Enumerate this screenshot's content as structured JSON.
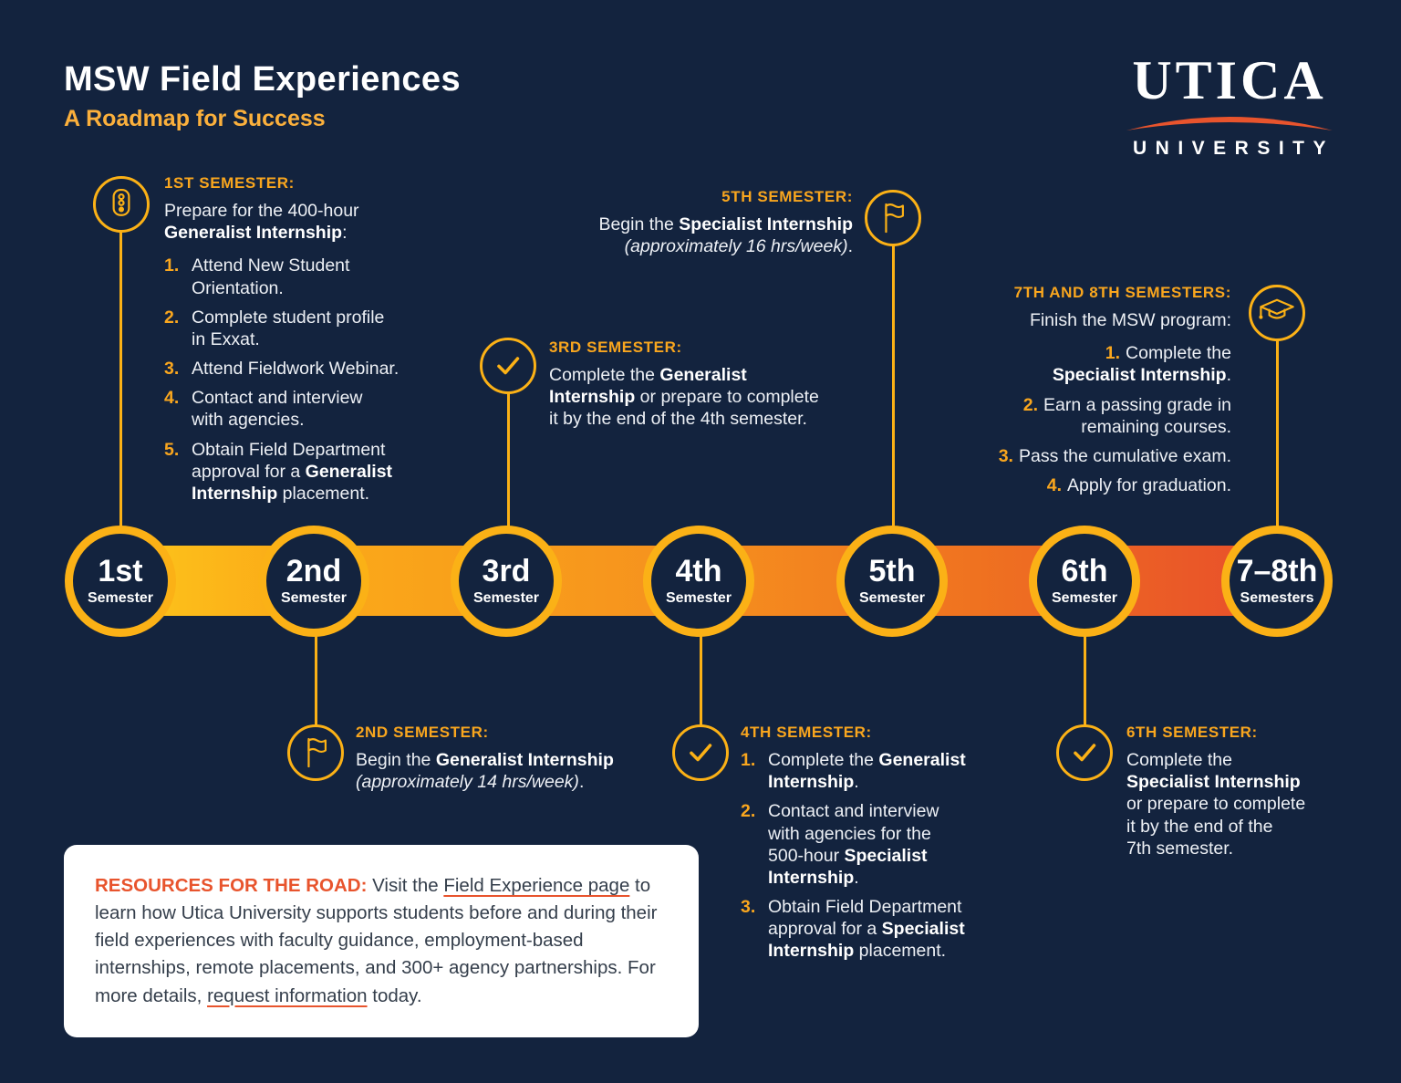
{
  "colors": {
    "navy": "#13233E",
    "gold": "#FBB116",
    "gold-text": "#F9A61E",
    "gold-sub": "#FBB03C",
    "orange": "#E8542D",
    "bar-start": "#FDC61B",
    "bar-mid": "#F6921E",
    "bar-end": "#E84E2B",
    "body-text": "#EDF0F5",
    "res-text": "#343E4B"
  },
  "header": {
    "title": "MSW Field Experiences",
    "subtitle": "A Roadmap for Success"
  },
  "logo": {
    "wordmark": "UTICA",
    "subtext": "UNIVERSITY"
  },
  "timeline": {
    "nodes": [
      {
        "label": "1st",
        "sub": "Semester"
      },
      {
        "label": "2nd",
        "sub": "Semester"
      },
      {
        "label": "3rd",
        "sub": "Semester"
      },
      {
        "label": "4th",
        "sub": "Semester"
      },
      {
        "label": "5th",
        "sub": "Semester"
      },
      {
        "label": "6th",
        "sub": "Semester"
      },
      {
        "label": "7–8th",
        "sub": "Semesters"
      }
    ]
  },
  "callouts": {
    "s1": {
      "icon": "traffic-light-icon",
      "heading": "1ST SEMESTER:",
      "intro_html": "Prepare for the 400-hour<br><b>Generalist Internship</b>:",
      "items": [
        {
          "num": "1.",
          "html": "Attend New Student<br>Orientation."
        },
        {
          "num": "2.",
          "html": "Complete student profile<br>in Exxat."
        },
        {
          "num": "3.",
          "html": "Attend Fieldwork Webinar."
        },
        {
          "num": "4.",
          "html": "Contact and interview<br>with agencies."
        },
        {
          "num": "5.",
          "html": "Obtain Field Department<br>approval for a <b>Generalist</b><br><b>Internship</b> placement."
        }
      ]
    },
    "s2": {
      "icon": "flag-icon",
      "heading": "2ND SEMESTER:",
      "body_html": "Begin the <b>Generalist Internship</b><br><i>(approximately 14 hrs/week)</i>."
    },
    "s3": {
      "icon": "check-icon",
      "heading": "3RD SEMESTER:",
      "body_html": "Complete the <b>Generalist</b><br><b>Internship</b> or prepare to complete<br>it by the end of the 4th semester."
    },
    "s4": {
      "icon": "check-icon",
      "heading": "4TH SEMESTER:",
      "items": [
        {
          "num": "1.",
          "html": "Complete the <b>Generalist</b><br><b>Internship</b>."
        },
        {
          "num": "2.",
          "html": "Contact and interview<br>with agencies for the<br>500-hour <b>Specialist</b><br><b>Internship</b>."
        },
        {
          "num": "3.",
          "html": "Obtain Field Department<br>approval for a <b>Specialist</b><br><b>Internship</b> placement."
        }
      ]
    },
    "s5": {
      "icon": "flag-icon",
      "heading": "5TH SEMESTER:",
      "body_html": "Begin the <b>Specialist Internship</b><br><i>(approximately 16 hrs/week)</i>."
    },
    "s6": {
      "icon": "check-icon",
      "heading": "6TH SEMESTER:",
      "body_html": "Complete the<br><b>Specialist Internship</b><br>or prepare to complete<br>it by the end of the<br>7th semester."
    },
    "s7": {
      "icon": "graduation-cap-icon",
      "heading": "7TH AND 8TH SEMESTERS:",
      "intro_html": "Finish the MSW program:",
      "items": [
        {
          "num": "1.",
          "html": "Complete the<br><b>Specialist Internship</b>."
        },
        {
          "num": "2.",
          "html": "Earn a passing grade in<br>remaining courses."
        },
        {
          "num": "3.",
          "html": "Pass the cumulative exam."
        },
        {
          "num": "4.",
          "html": "Apply for graduation."
        }
      ]
    }
  },
  "resources": {
    "heading": "RESOURCES FOR THE ROAD:",
    "t1": "Visit the ",
    "link1": "Field Experience page",
    "t2": " to learn how Utica University supports students before and during their field experiences with faculty guidance, employment-based internships, remote placements, and 300+ agency partnerships. For more details, ",
    "link2": "request information",
    "t3": " today."
  }
}
